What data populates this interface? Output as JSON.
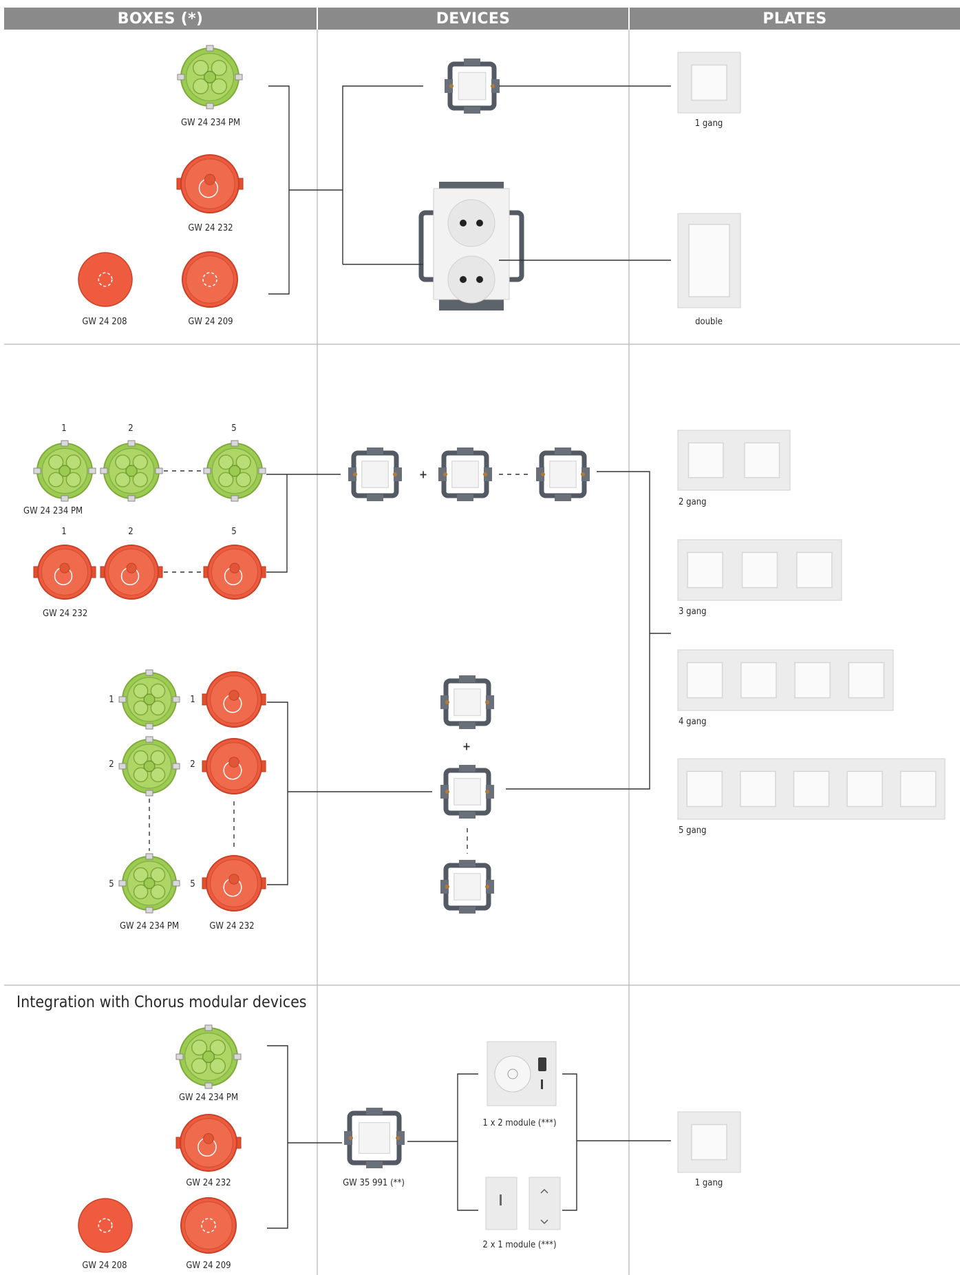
{
  "headers": {
    "boxes": "BOXES (*)",
    "devices": "DEVICES",
    "plates": "PLATES"
  },
  "section1": {
    "box_green": "GW 24 234 PM",
    "box_red": "GW 24 232",
    "box_208": "GW 24 208",
    "box_209": "GW 24 209",
    "plate_1gang": "1 gang",
    "plate_double": "double"
  },
  "section2": {
    "row_green": "GW 24 234 PM",
    "row_red": "GW 24 232",
    "num_1": "1",
    "num_2": "2",
    "num_5": "5",
    "plus": "+",
    "col_green": "GW 24 234 PM",
    "col_red": "GW 24 232",
    "plate_2": "2 gang",
    "plate_3": "3 gang",
    "plate_4": "4 gang",
    "plate_5": "5 gang"
  },
  "section3": {
    "title": "Integration with Chorus modular devices",
    "box_green": "GW 24 234 PM",
    "box_red": "GW 24 232",
    "box_208": "GW 24 208",
    "box_209": "GW 24 209",
    "adapter": "GW 35 991 (**)",
    "module_1x2": "1 x 2 module (***)",
    "module_2x1": "2 x 1 module (***)",
    "plate_1gang": "1 gang"
  },
  "colors": {
    "header_bg": "#8a8a8a",
    "green_box": "#9ccb52",
    "red_box": "#ec5a3f",
    "frame_gray": "#545a63",
    "plate_white": "#ececec",
    "line": "#333333"
  }
}
